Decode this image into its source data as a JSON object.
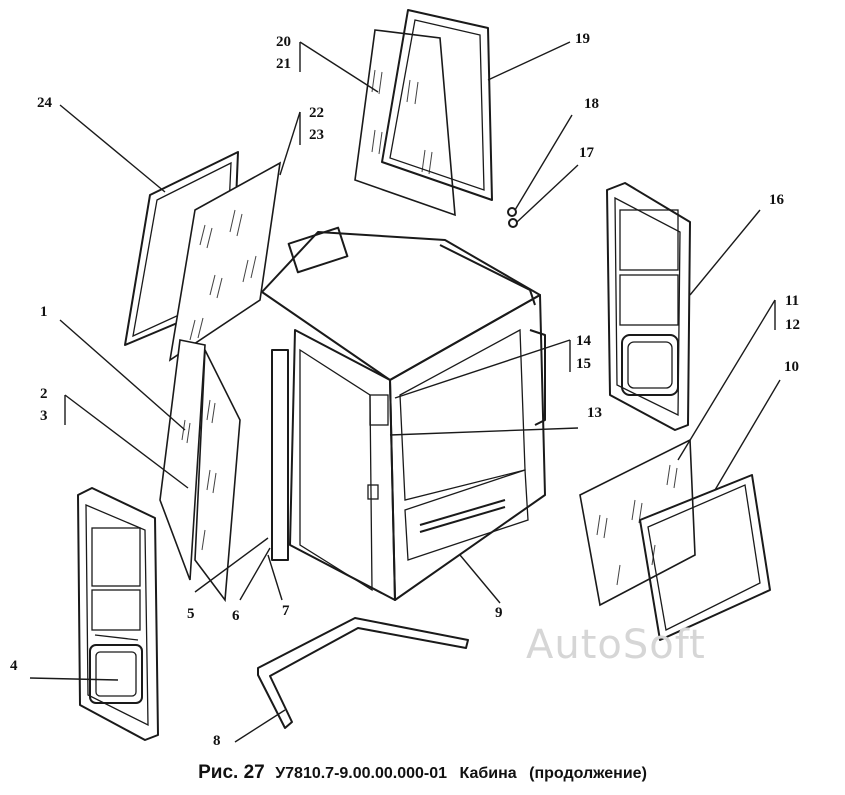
{
  "diagram": {
    "callouts": [
      "1",
      "2",
      "3",
      "4",
      "5",
      "6",
      "7",
      "8",
      "9",
      "10",
      "11",
      "12",
      "13",
      "14",
      "15",
      "16",
      "17",
      "18",
      "19",
      "20",
      "21",
      "22",
      "23",
      "24"
    ]
  },
  "caption": {
    "fig_label": "Рис. 27",
    "code": "У7810.7-9.00.00.000-01",
    "title": "Кабина",
    "subtitle": "(продолжение)"
  },
  "watermark": "AutoSoft"
}
